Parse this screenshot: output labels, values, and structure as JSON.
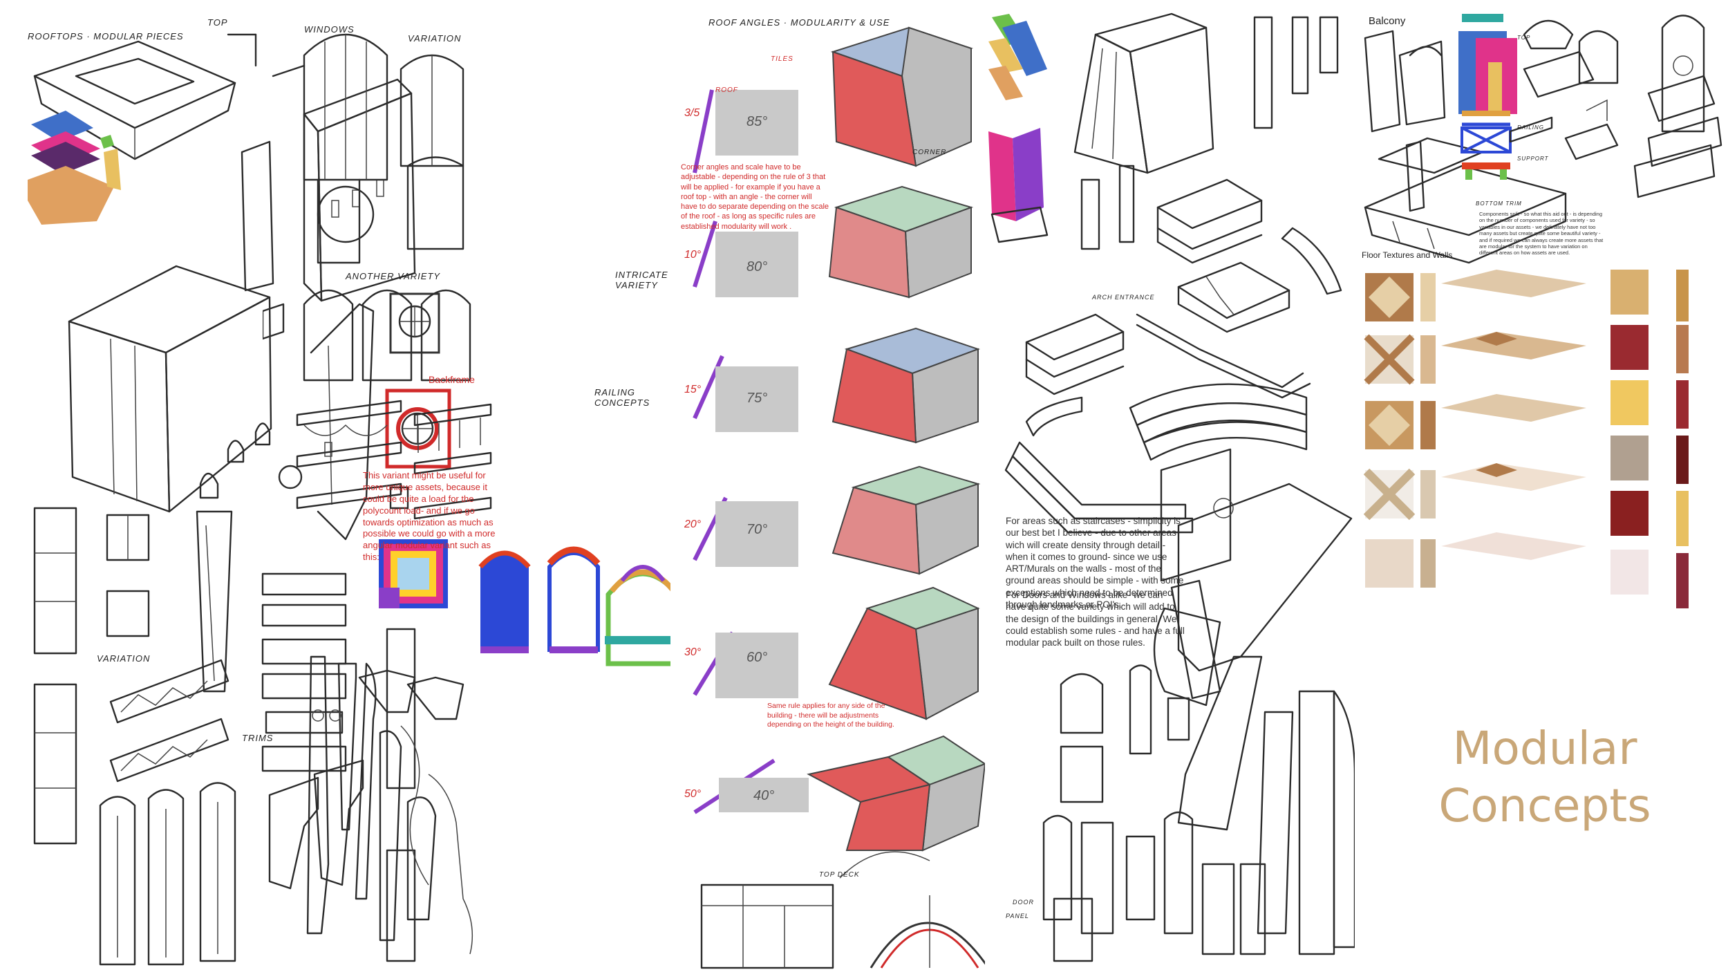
{
  "title": {
    "line1": "Modular",
    "line2": "Concepts"
  },
  "colors": {
    "accent_gold": "#c9a778",
    "note_red": "#d02a2a",
    "roof_red": "#e05a5a",
    "block_blue": "#a9bcd8",
    "block_green": "#b8d8c0",
    "block_gray": "#bdbdbd",
    "magenta": "#e0338a",
    "orange": "#e0a060",
    "purple": "#8a3ec8"
  },
  "panel1": {
    "label_top": "ROOFTOPS · MODULAR PIECES",
    "label_top2": "TOP",
    "label_variation": "VARIATION",
    "label_trims": "TRIMS"
  },
  "panel2": {
    "label_windows": "WINDOWS",
    "label_variation": "VARIATION",
    "label_another": "ANOTHER VARIETY",
    "label_intricate": "INTRICATE VARIETY",
    "label_railing": "RAILING CONCEPTS",
    "backframe_label": "Backframe",
    "note": "This variant might be useful for more unique assets, because it could be quite a load for the polycount load- and if we go towards optimization as much as possible we could go with a more angular modular variant such as this:"
  },
  "panel3": {
    "label_top": "ROOF ANGLES · MODULARITY & USE",
    "label_roof": "ROOF",
    "label_tiles": "TILES",
    "label_corner": "CORNER",
    "label_topdeck": "TOP DECK",
    "note1": "Corner angles and scale have to be adjustable - depending on the rule of 3 that will be applied - for example if you have a roof top - with an angle - the corner will have to do separate depending on the scale of the roof - as long as specific rules are established modularity will work .",
    "note2": "Same rule applies for any side of the building - there will be adjustments depending on the height of the building.",
    "ratios": [
      "3/5",
      "10°",
      "15°",
      "20°",
      "30°",
      "50°"
    ],
    "angles": [
      "85°",
      "80°",
      "75°",
      "70°",
      "60°",
      "40°"
    ]
  },
  "panel4": {
    "label_arch": "ARCH ENTRANCE",
    "label_door": "DOOR",
    "label_panel": "PANEL",
    "note1": "For areas such as staircases - simplicity is our best bet I believe - due to other areas wich will create density through detail - when it comes to ground- since we use ART/Murals on the walls - most of the ground areas should be simple - with some exceptions which need to be determined through landmarks or POI's.",
    "note2": "For Doors and Windows alike- we can have quite some variety which will add to the design of the buildings in general. We could establish some rules - and have a full modular pack built on those rules."
  },
  "panel5": {
    "balcony_heading": "Balcony",
    "floor_heading": "Floor Textures and Walls",
    "label_top": "TOP",
    "label_railing": "RAILING",
    "label_support": "SUPPORT",
    "label_bottom": "BOTTOM TRIM",
    "note": "Components split - so what this aid out - is depending on the number of components used for variety - so variables in our assets - we definately have not too many assets but create quite some beautiful variety - and if required we can always create more assets that are modular for the system to have variation on different areas on how assets are used."
  }
}
